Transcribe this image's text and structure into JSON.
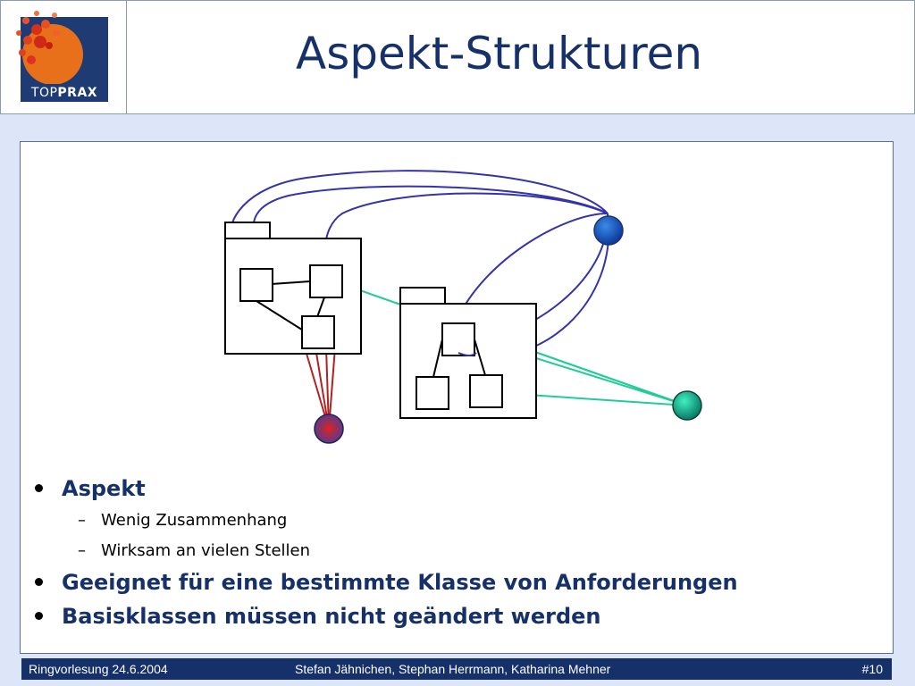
{
  "slide": {
    "title": "Aspekt-Strukturen"
  },
  "logo": {
    "text_light": "TOP",
    "text_bold": "PRAX"
  },
  "bullets": {
    "b1": "Aspekt",
    "b1_sub1": "Wenig Zusammenhang",
    "b1_sub2": "Wirksam an vielen Stellen",
    "b2": "Geeignet für eine bestimmte Klasse von Anforderungen",
    "b3": "Basisklassen müssen nicht geändert werden"
  },
  "footer": {
    "left": "Ringvorlesung 24.6.2004",
    "center": "Stefan Jähnichen, Stephan Herrmann, Katharina Mehner",
    "right": "#10"
  },
  "colors": {
    "title": "#16306a",
    "bar": "#16306a",
    "background": "#dce6f8",
    "link_blue": "#3333aa",
    "link_teal": "#22cc99",
    "link_red": "#b22222"
  }
}
